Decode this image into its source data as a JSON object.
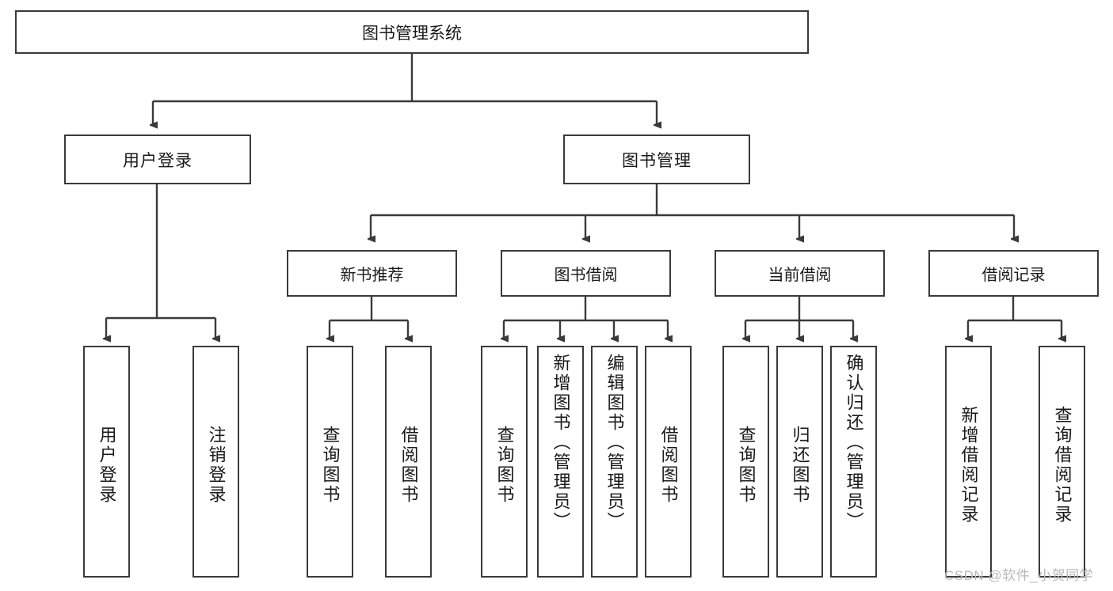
{
  "diagram": {
    "type": "hierarchy-tree",
    "title": "图书管理系统",
    "root": {
      "label": "图书管理系统"
    },
    "level1": [
      {
        "label": "用户登录"
      },
      {
        "label": "图书管理"
      }
    ],
    "level2": [
      {
        "label": "新书推荐"
      },
      {
        "label": "图书借阅"
      },
      {
        "label": "当前借阅"
      },
      {
        "label": "借阅记录"
      }
    ],
    "leaves": {
      "user_login": [
        {
          "label": "用户登录"
        },
        {
          "label": "注销登录"
        }
      ],
      "new_book_recommend": [
        {
          "label": "查询图书"
        },
        {
          "label": "借阅图书"
        }
      ],
      "book_borrow": [
        {
          "label": "查询图书"
        },
        {
          "label": "新增图书（管理员）"
        },
        {
          "label": "编辑图书（管理员）"
        },
        {
          "label": "借阅图书"
        }
      ],
      "current_borrow": [
        {
          "label": "查询图书"
        },
        {
          "label": "归还图书"
        },
        {
          "label": "确认归还（管理员）"
        }
      ],
      "borrow_record": [
        {
          "label": "新增借阅记录"
        },
        {
          "label": "查询借阅记录"
        }
      ]
    },
    "watermark": "CSDN @软件_小贺同学",
    "colors": {
      "border": "#3a3a3a",
      "background": "#ffffff",
      "text": "#1a1a1a",
      "watermark": "#b9b9b9"
    }
  }
}
